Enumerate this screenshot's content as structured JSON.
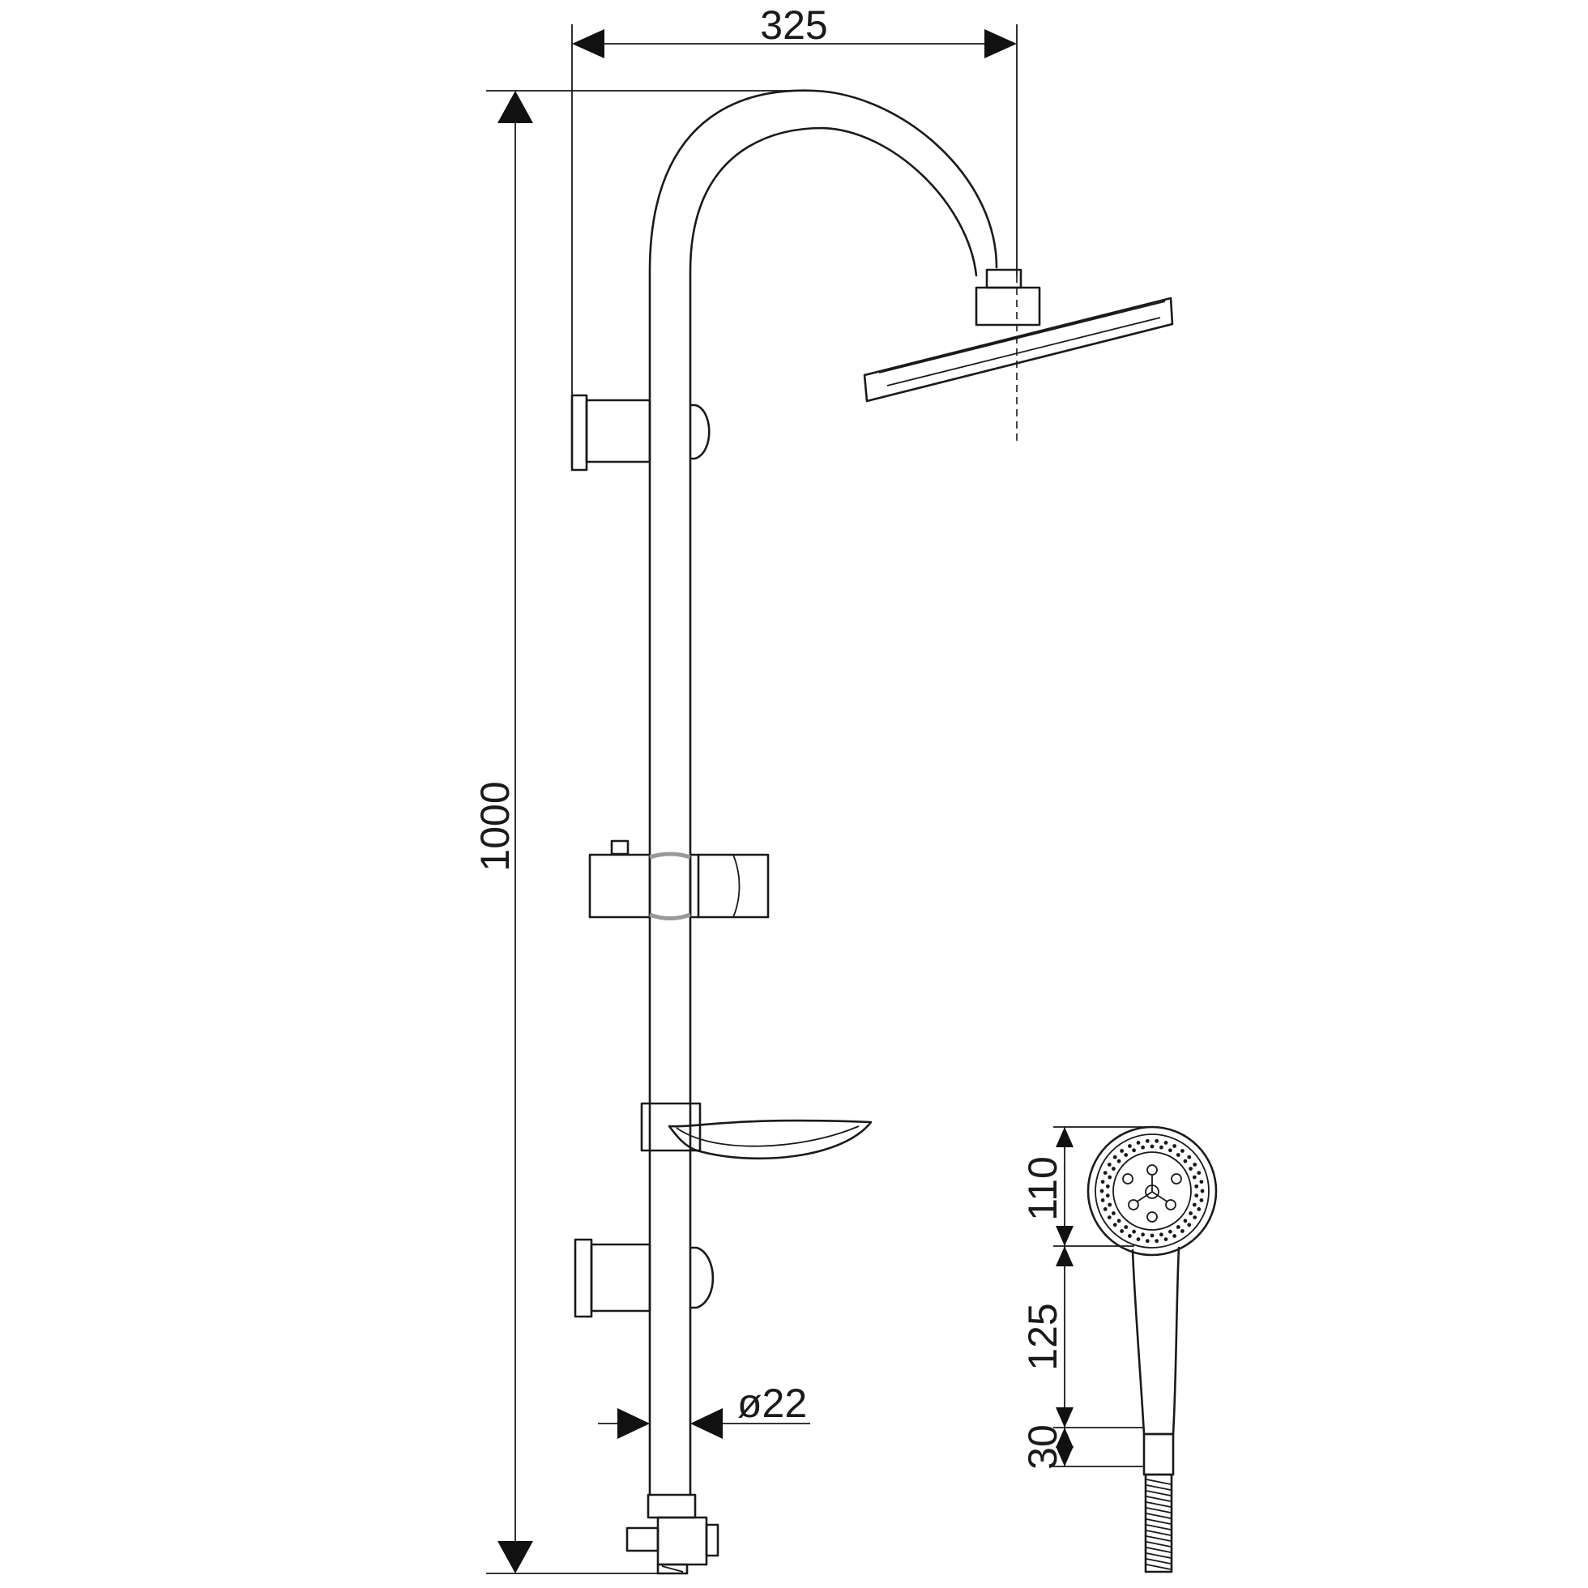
{
  "dimensions": {
    "arm_projection": "325",
    "overall_height": "1000",
    "pipe_diameter": "ø22",
    "hand_shower_head": "110",
    "hand_shower_handle": "125",
    "hand_shower_connector": "30"
  }
}
